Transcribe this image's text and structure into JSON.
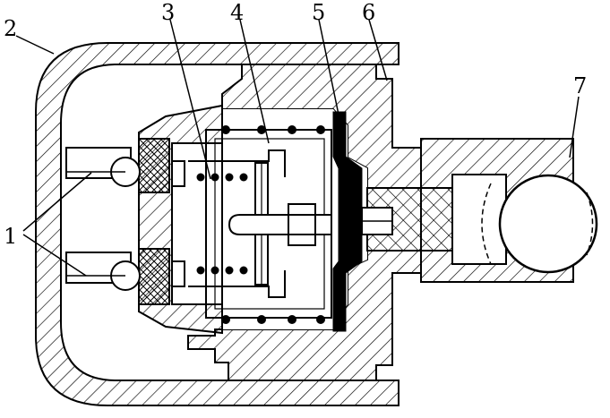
{
  "labels": {
    "l1": "1",
    "l2": "2",
    "l3": "3",
    "l4": "4",
    "l5": "5",
    "l6": "6",
    "l7": "7"
  },
  "colors": {
    "ink": "#000000",
    "paper": "#ffffff"
  }
}
